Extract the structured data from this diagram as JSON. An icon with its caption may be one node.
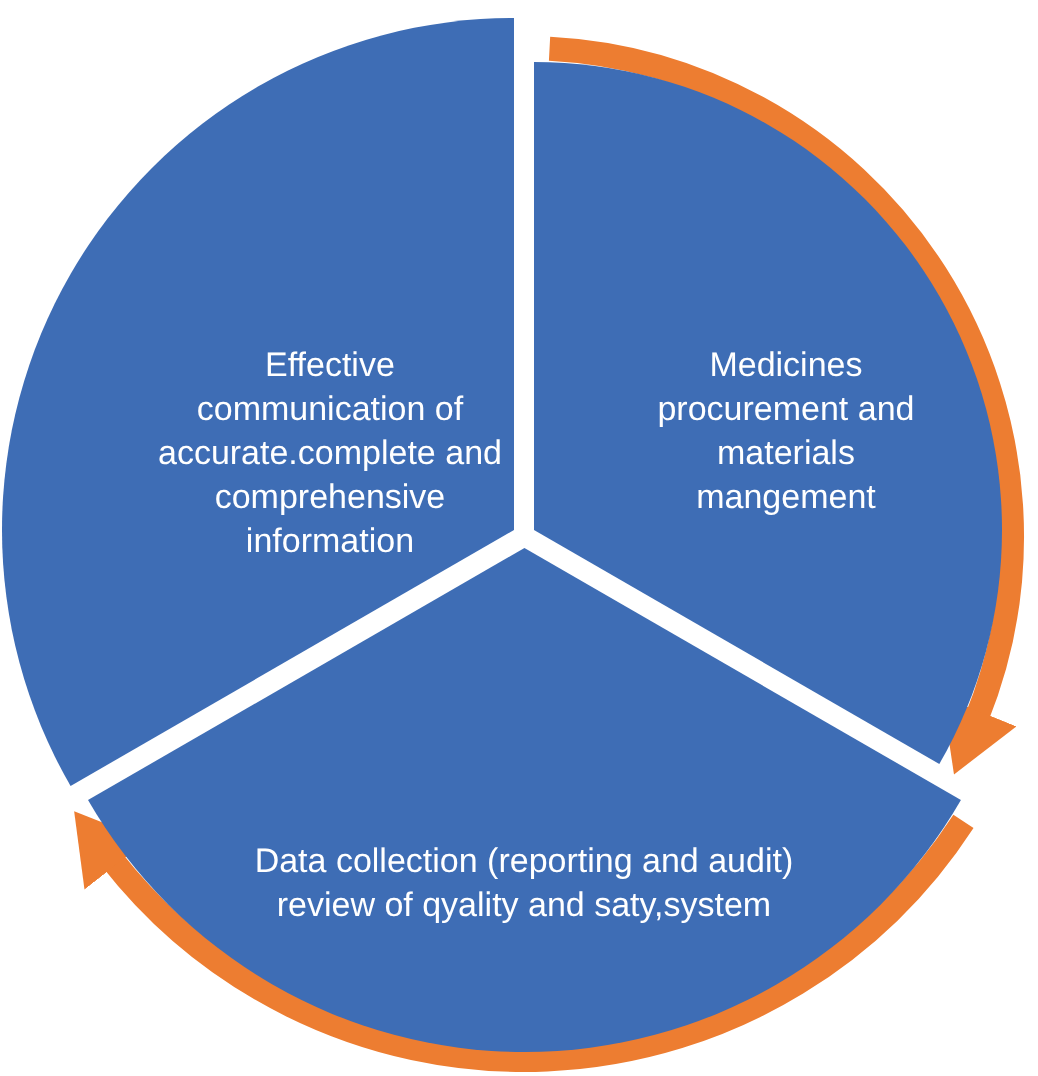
{
  "diagram": {
    "nodes": [
      {
        "text": [
          "Effective communication of accurate.complete and comprehensive information"
        ]
      },
      {
        "text": [
          "Medicines procurement and materials mangement"
        ]
      },
      {
        "text": [
          "Data collection (reporting and audit) review of qyality and saty,system"
        ]
      }
    ],
    "edges": [
      {
        "from": 1,
        "to": 2,
        "arrow": "to"
      },
      {
        "from": 2,
        "to": 0,
        "arrow": "to"
      }
    ]
  }
}
